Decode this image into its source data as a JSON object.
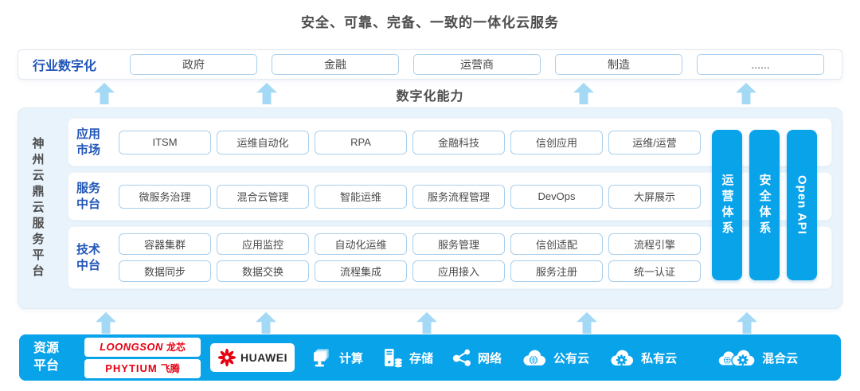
{
  "title": "安全、可靠、完备、一致的一体化云服务",
  "industry_row": {
    "label": "行业数字化",
    "items": [
      "政府",
      "金融",
      "运营商",
      "制造",
      "......"
    ]
  },
  "capability_label": "数字化能力",
  "platform": {
    "vertical_title": "神州云鼎云服务平台",
    "rows": [
      {
        "label_lines": [
          "应用",
          "市场"
        ],
        "chip_rows": [
          [
            "ITSM",
            "运维自动化",
            "RPA",
            "金融科技",
            "信创应用",
            "运维/运营"
          ]
        ]
      },
      {
        "label_lines": [
          "服务",
          "中台"
        ],
        "chip_rows": [
          [
            "微服务治理",
            "混合云管理",
            "智能运维",
            "服务流程管理",
            "DevOps",
            "大屏展示"
          ]
        ]
      },
      {
        "label_lines": [
          "技术",
          "中台"
        ],
        "chip_rows": [
          [
            "容器集群",
            "应用监控",
            "自动化运维",
            "服务管理",
            "信创适配",
            "流程引擎"
          ],
          [
            "数据同步",
            "数据交换",
            "流程集成",
            "应用接入",
            "服务注册",
            "统一认证"
          ]
        ]
      }
    ],
    "side_bars": [
      "运营体系",
      "安全体系",
      "Open API"
    ]
  },
  "resource_row": {
    "label_lines": [
      "资源",
      "平台"
    ],
    "vendors": {
      "loongson": {
        "en": "LOONGSON",
        "cn": "龙芯"
      },
      "phytium": {
        "en": "PHYTIUM",
        "cn": "飞腾"
      },
      "huawei": "HUAWEI"
    },
    "items": [
      {
        "icon": "compute-icon",
        "label": "计算"
      },
      {
        "icon": "storage-icon",
        "label": "存储"
      },
      {
        "icon": "network-icon",
        "label": "网络"
      },
      {
        "icon": "public-cloud-icon",
        "label": "公有云"
      },
      {
        "icon": "private-cloud-icon",
        "label": "私有云"
      },
      {
        "icon": "hybrid-cloud-icon",
        "label": "混合云"
      }
    ]
  },
  "colors": {
    "accent_blue": "#09a3ea",
    "arrow_blue": "#a4d9f5",
    "panel_bg": "#e9f3fb",
    "chip_border": "#a9cfec",
    "label_blue": "#2257b8",
    "text_dark": "#4c4c4c",
    "logo_red": "#e60012"
  }
}
